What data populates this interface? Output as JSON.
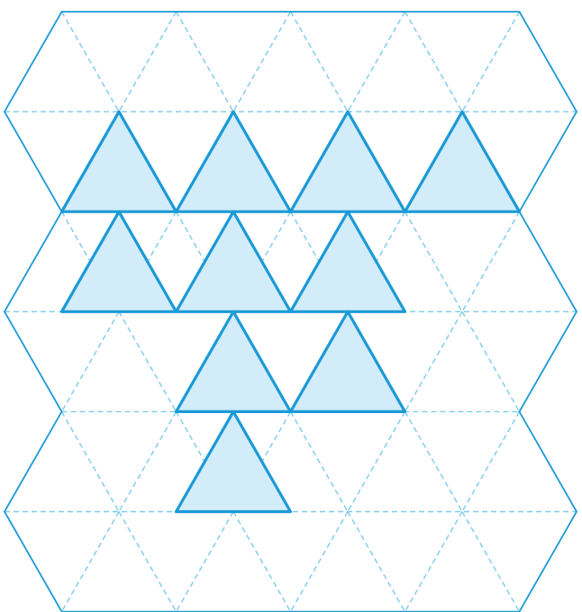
{
  "colors": {
    "outline": "#1b9ad6",
    "grid_dashed": "#7ccbea",
    "fill": "#d2ecf9",
    "background": "#ffffff"
  },
  "lattice": {
    "columns": 5,
    "rows": 6,
    "shaded_triangles": [
      {
        "row": 1,
        "col": 1
      },
      {
        "row": 1,
        "col": 3
      },
      {
        "row": 1,
        "col": 5
      },
      {
        "row": 1,
        "col": 7
      },
      {
        "row": 2,
        "col": 2
      },
      {
        "row": 2,
        "col": 4
      },
      {
        "row": 2,
        "col": 6
      },
      {
        "row": 3,
        "col": 3
      },
      {
        "row": 3,
        "col": 5
      },
      {
        "row": 4,
        "col": 4
      }
    ]
  }
}
